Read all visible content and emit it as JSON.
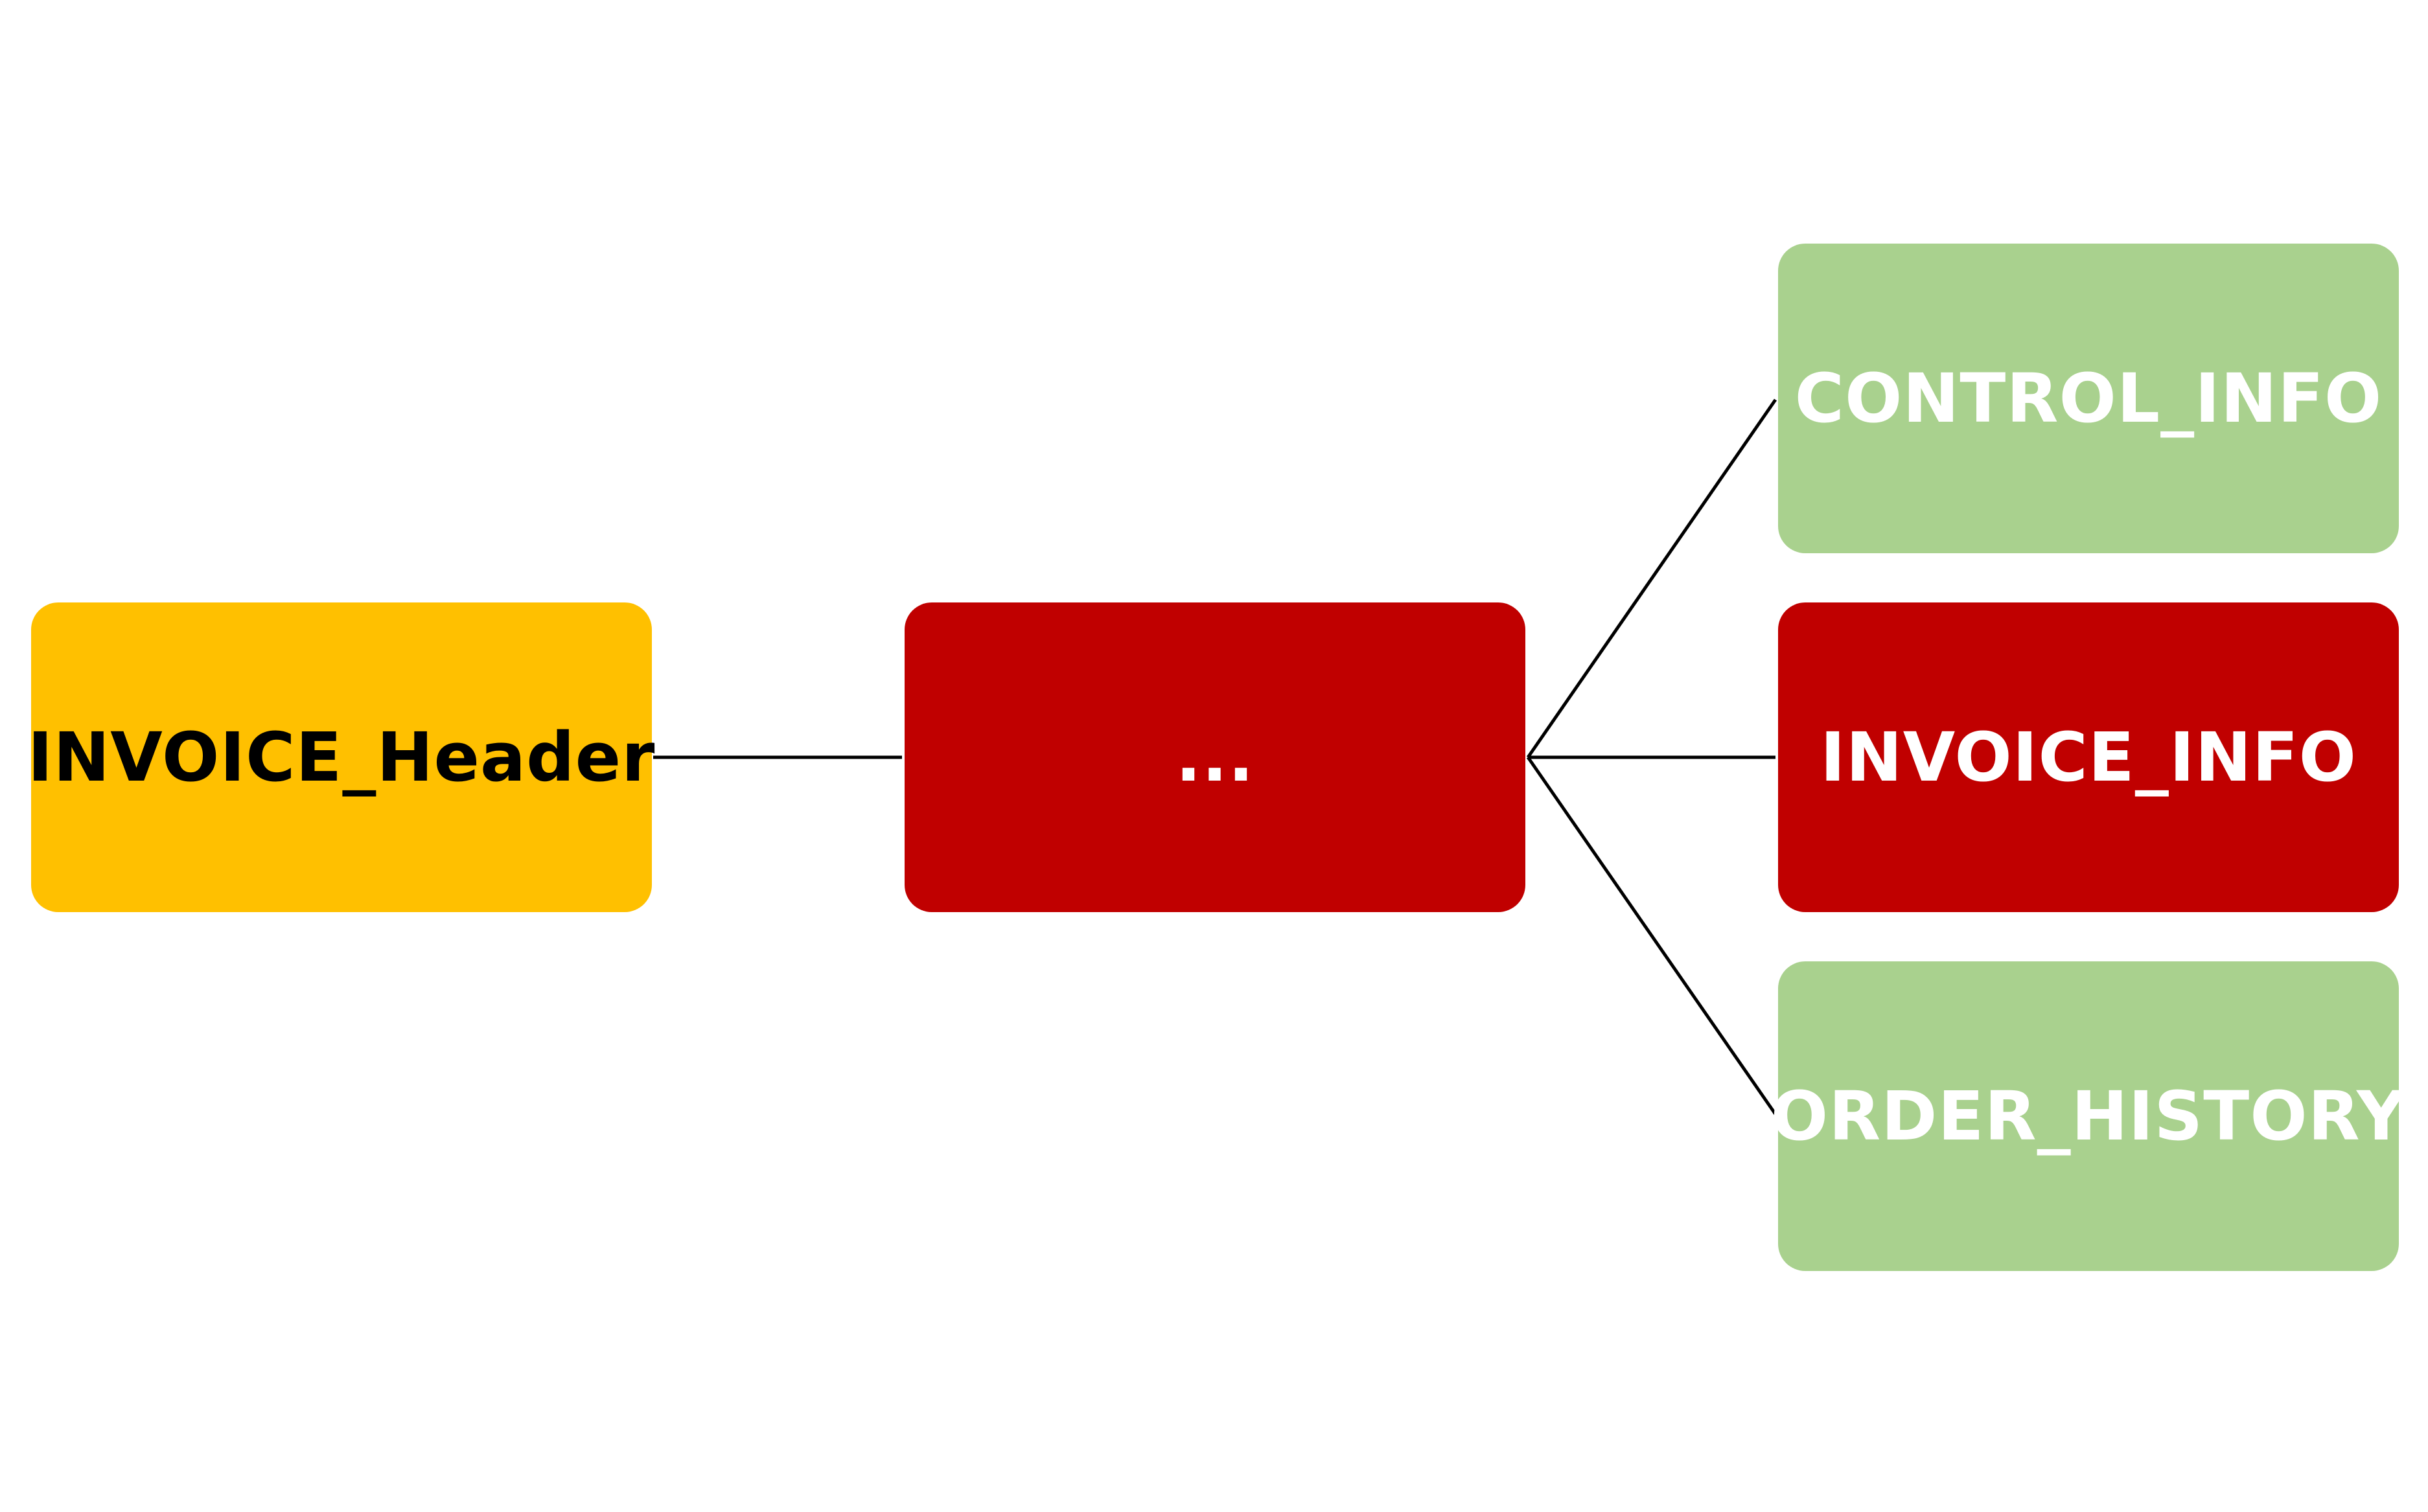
{
  "diagram": {
    "nodes": {
      "header": {
        "label": "INVOICE_Header",
        "color": "#FFC000",
        "text_color": "#000000"
      },
      "middle": {
        "label": "...",
        "color": "#C00000",
        "text_color": "#FFFFFF"
      },
      "control_info": {
        "label": "CONTROL_INFO",
        "color": "#A9D18E",
        "text_color": "#FFFFFF"
      },
      "invoice_info": {
        "label": "INVOICE_INFO",
        "color": "#C00000",
        "text_color": "#FFFFFF"
      },
      "order_history": {
        "label": "ORDER_HISTORY",
        "color": "#A9D18E",
        "text_color": "#FFFFFF"
      }
    },
    "edges": [
      {
        "from": "header",
        "to": "middle"
      },
      {
        "from": "middle",
        "to": "control_info"
      },
      {
        "from": "middle",
        "to": "invoice_info"
      },
      {
        "from": "middle",
        "to": "order_history"
      }
    ],
    "line_color": "#000000"
  }
}
